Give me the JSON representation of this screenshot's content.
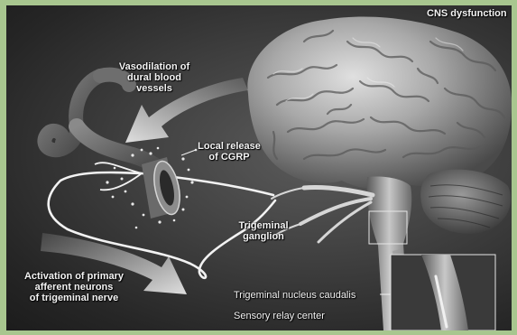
{
  "labels": {
    "cns_dysfunction": "CNS dysfunction",
    "vasodilation": "Vasodilation of\ndural blood\nvessels",
    "local_release": "Local release\nof CGRP",
    "trigeminal_ganglion": "Trigeminal\nganglion",
    "activation": "Activation of primary\nafferent neurons\nof trigeminal nerve",
    "nucleus_caudalis": "Trigeminal nucleus caudalis",
    "relay_center": "Sensory relay center"
  },
  "colors": {
    "frame_border": "#a8c68f",
    "background": "#3a3a3a",
    "label_text": "#f4f4f4"
  }
}
